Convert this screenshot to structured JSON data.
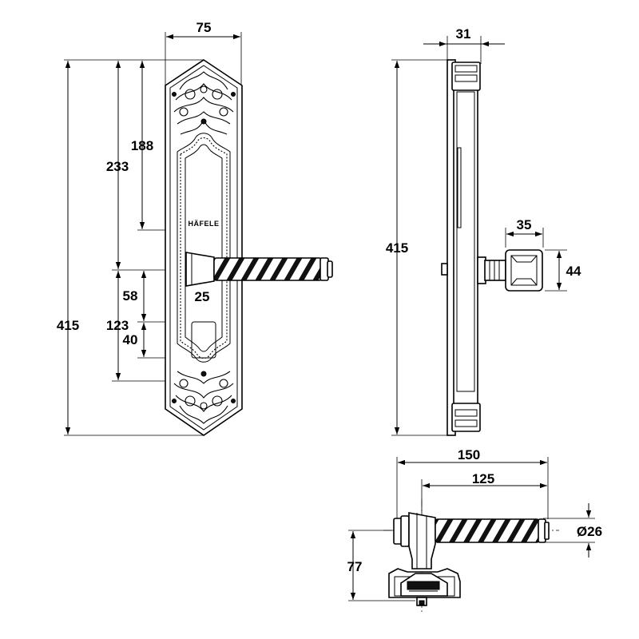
{
  "brand": "HÄFELE",
  "front_view": {
    "width": "75",
    "height": "415",
    "top_to_lever": "188",
    "top_to_cylinder_center": "233",
    "lever_to_cylinder": "58",
    "bottom_span": "123",
    "cylinder_height": "40",
    "cylinder_width": "25"
  },
  "side_view": {
    "depth": "31",
    "height": "415",
    "rose_width": "35",
    "rose_height": "44"
  },
  "top_view": {
    "total_length": "150",
    "lever_length": "125",
    "lever_diameter": "Ø26",
    "projection": "77"
  }
}
